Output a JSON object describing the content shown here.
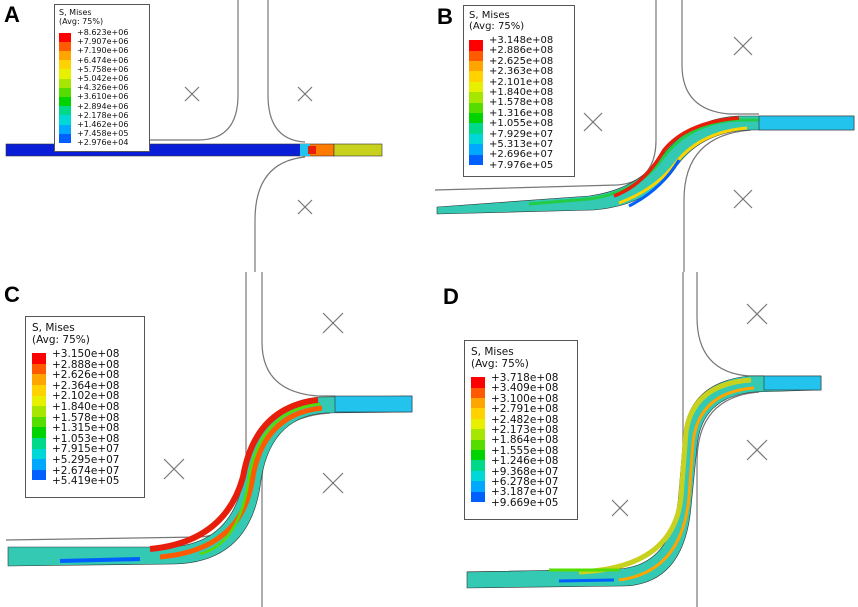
{
  "colors": {
    "scale": [
      "#ff0000",
      "#ff5a00",
      "#ffa500",
      "#ffd200",
      "#e6f000",
      "#a6e600",
      "#55dd00",
      "#00d400",
      "#00d88a",
      "#00d8d8",
      "#00a8ff",
      "#0060ff",
      "#0000ff"
    ],
    "outline": "#777777",
    "strip_blue": "#0a1ed8",
    "strip_yellow": "#c8d21e",
    "strip_orange": "#ff7a00",
    "strip_cyan": "#22c4ee",
    "strip_teal": "#33c9b3",
    "strip_green": "#22cc44",
    "strip_red": "#e61e0a"
  },
  "panels": [
    {
      "letter": "A",
      "legend": {
        "title": "S, Mises",
        "avg": "(Avg: 75%)",
        "values": [
          "+8.623e+06",
          "+7.907e+06",
          "+7.190e+06",
          "+6.474e+06",
          "+5.758e+06",
          "+5.042e+06",
          "+4.326e+06",
          "+3.610e+06",
          "+2.894e+06",
          "+2.178e+06",
          "+1.462e+06",
          "+7.458e+05",
          "+2.976e+04"
        ]
      }
    },
    {
      "letter": "B",
      "legend": {
        "title": "S, Mises",
        "avg": "(Avg: 75%)",
        "values": [
          "+3.148e+08",
          "+2.886e+08",
          "+2.625e+08",
          "+2.363e+08",
          "+2.101e+08",
          "+1.840e+08",
          "+1.578e+08",
          "+1.316e+08",
          "+1.055e+08",
          "+7.929e+07",
          "+5.313e+07",
          "+2.696e+07",
          "+7.976e+05"
        ]
      }
    },
    {
      "letter": "C",
      "legend": {
        "title": "S, Mises",
        "avg": "(Avg: 75%)",
        "values": [
          "+3.150e+08",
          "+2.888e+08",
          "+2.626e+08",
          "+2.364e+08",
          "+2.102e+08",
          "+1.840e+08",
          "+1.578e+08",
          "+1.315e+08",
          "+1.053e+08",
          "+7.915e+07",
          "+5.295e+07",
          "+2.674e+07",
          "+5.419e+05"
        ]
      }
    },
    {
      "letter": "D",
      "legend": {
        "title": "S, Mises",
        "avg": "(Avg: 75%)",
        "values": [
          "+3.718e+08",
          "+3.409e+08",
          "+3.100e+08",
          "+2.791e+08",
          "+2.482e+08",
          "+2.173e+08",
          "+1.864e+08",
          "+1.555e+08",
          "+1.246e+08",
          "+9.368e+07",
          "+6.278e+07",
          "+3.187e+07",
          "+9.669e+05"
        ]
      }
    }
  ]
}
